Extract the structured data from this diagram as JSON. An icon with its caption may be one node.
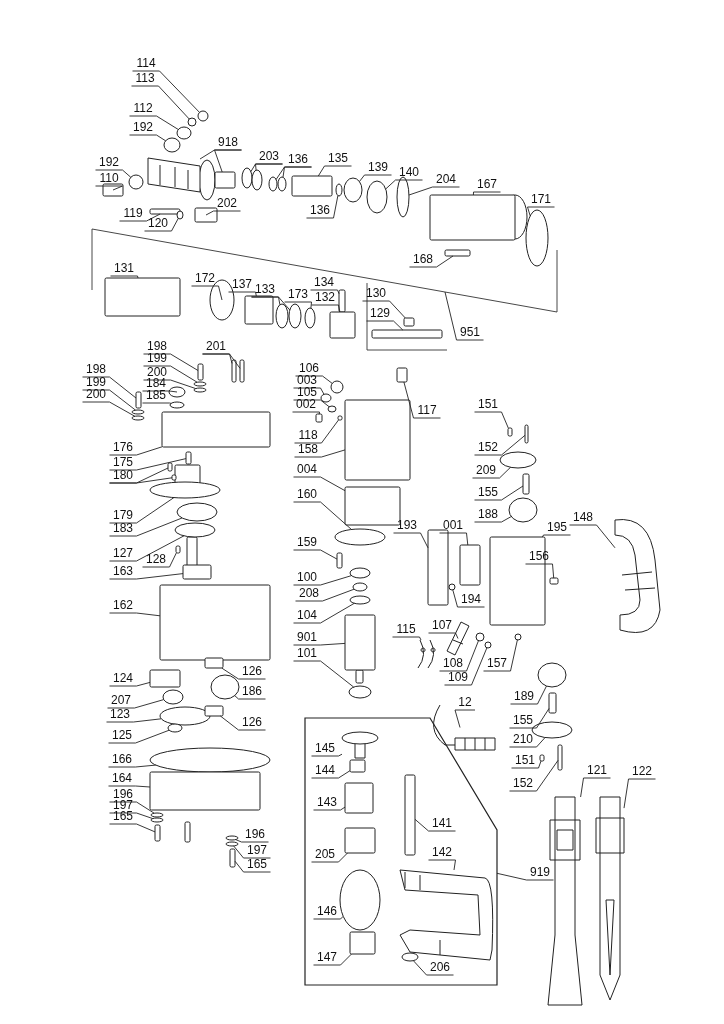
{
  "diagram": {
    "nodes": [
      {
        "text": [
          "114"
        ]
      },
      {
        "text": [
          "113"
        ]
      },
      {
        "text": [
          "112"
        ]
      },
      {
        "text": [
          "192"
        ]
      },
      {
        "text": [
          "918"
        ]
      },
      {
        "text": [
          "192"
        ]
      },
      {
        "text": [
          "110"
        ]
      },
      {
        "text": [
          "203"
        ]
      },
      {
        "text": [
          "136"
        ]
      },
      {
        "text": [
          "135"
        ]
      },
      {
        "text": [
          "139"
        ]
      },
      {
        "text": [
          "140"
        ]
      },
      {
        "text": [
          "204"
        ]
      },
      {
        "text": [
          "167"
        ]
      },
      {
        "text": [
          "171"
        ]
      },
      {
        "text": [
          "136"
        ]
      },
      {
        "text": [
          "119"
        ]
      },
      {
        "text": [
          "120"
        ]
      },
      {
        "text": [
          "202"
        ]
      },
      {
        "text": [
          "168"
        ]
      },
      {
        "text": [
          "131"
        ]
      },
      {
        "text": [
          "172"
        ]
      },
      {
        "text": [
          "137"
        ]
      },
      {
        "text": [
          "133"
        ]
      },
      {
        "text": [
          "173"
        ]
      },
      {
        "text": [
          "134"
        ]
      },
      {
        "text": [
          "132"
        ]
      },
      {
        "text": [
          "130"
        ]
      },
      {
        "text": [
          "129"
        ]
      },
      {
        "text": [
          "951"
        ]
      },
      {
        "text": [
          "198"
        ]
      },
      {
        "text": [
          "201"
        ]
      },
      {
        "text": [
          "199"
        ]
      },
      {
        "text": [
          "200"
        ]
      },
      {
        "text": [
          "184"
        ]
      },
      {
        "text": [
          "185"
        ]
      },
      {
        "text": [
          "198"
        ]
      },
      {
        "text": [
          "199"
        ]
      },
      {
        "text": [
          "200"
        ]
      },
      {
        "text": [
          "106"
        ]
      },
      {
        "text": [
          "003"
        ]
      },
      {
        "text": [
          "105"
        ]
      },
      {
        "text": [
          "002"
        ]
      },
      {
        "text": [
          "117"
        ]
      },
      {
        "text": [
          "151"
        ]
      },
      {
        "text": [
          "118"
        ]
      },
      {
        "text": [
          "176"
        ]
      },
      {
        "text": [
          "158"
        ]
      },
      {
        "text": [
          "152"
        ]
      },
      {
        "text": [
          "175"
        ]
      },
      {
        "text": [
          "180"
        ]
      },
      {
        "text": [
          "209"
        ]
      },
      {
        "text": [
          "004"
        ]
      },
      {
        "text": [
          "155"
        ]
      },
      {
        "text": [
          "160"
        ]
      },
      {
        "text": [
          "188"
        ]
      },
      {
        "text": [
          "179"
        ]
      },
      {
        "text": [
          "148"
        ]
      },
      {
        "text": [
          "193"
        ]
      },
      {
        "text": [
          "001"
        ]
      },
      {
        "text": [
          "195"
        ]
      },
      {
        "text": [
          "183"
        ]
      },
      {
        "text": [
          "127"
        ]
      },
      {
        "text": [
          "159"
        ]
      },
      {
        "text": [
          "128"
        ]
      },
      {
        "text": [
          "156"
        ]
      },
      {
        "text": [
          "163"
        ]
      },
      {
        "text": [
          "100"
        ]
      },
      {
        "text": [
          "194"
        ]
      },
      {
        "text": [
          "208"
        ]
      },
      {
        "text": [
          "162"
        ]
      },
      {
        "text": [
          "104"
        ]
      },
      {
        "text": [
          "107"
        ]
      },
      {
        "text": [
          "115"
        ]
      },
      {
        "text": [
          "901"
        ]
      },
      {
        "text": [
          "101"
        ]
      },
      {
        "text": [
          "108"
        ]
      },
      {
        "text": [
          "157"
        ]
      },
      {
        "text": [
          "126"
        ]
      },
      {
        "text": [
          "109"
        ]
      },
      {
        "text": [
          "124"
        ]
      },
      {
        "text": [
          "186"
        ]
      },
      {
        "text": [
          "189"
        ]
      },
      {
        "text": [
          "207"
        ]
      },
      {
        "text": [
          "12"
        ]
      },
      {
        "text": [
          "123"
        ]
      },
      {
        "text": [
          "155"
        ]
      },
      {
        "text": [
          "126"
        ]
      },
      {
        "text": [
          "125"
        ]
      },
      {
        "text": [
          "210"
        ]
      },
      {
        "text": [
          "145"
        ],
        "in": 228
      },
      {
        "text": [
          "166"
        ]
      },
      {
        "text": [
          "151"
        ]
      },
      {
        "text": [
          "121"
        ]
      },
      {
        "text": [
          "122"
        ]
      },
      {
        "text": [
          "144"
        ],
        "in": 228
      },
      {
        "text": [
          "164"
        ]
      },
      {
        "text": [
          "152"
        ]
      },
      {
        "text": [
          "196"
        ]
      },
      {
        "text": [
          "143"
        ],
        "in": 228
      },
      {
        "text": [
          "197"
        ]
      },
      {
        "text": [
          "165"
        ]
      },
      {
        "text": [
          "141"
        ],
        "in": 228
      },
      {
        "text": [
          "196"
        ]
      },
      {
        "text": [
          "142"
        ],
        "in": 228
      },
      {
        "text": [
          "205"
        ],
        "in": 228
      },
      {
        "text": [
          "197"
        ]
      },
      {
        "text": [
          "165"
        ]
      },
      {
        "text": [
          "919"
        ]
      },
      {
        "text": [
          "146"
        ],
        "in": 228
      },
      {
        "text": [
          "147"
        ],
        "in": 228
      },
      {
        "text": [
          "206"
        ],
        "in": 228
      },
      {
        "text": [],
        "shape": "circle"
      },
      {
        "text": [],
        "shape": "circle"
      },
      {
        "text": [],
        "shape": "circle"
      },
      {
        "text": [],
        "shape": "circle"
      },
      {
        "text": [],
        "shape": "picture"
      },
      {
        "text": [],
        "shape": "box"
      },
      {
        "text": [],
        "shape": "circle"
      },
      {
        "text": [],
        "shape": "box"
      },
      {
        "text": [],
        "shape": "circle"
      },
      {
        "text": [],
        "shape": "circle"
      },
      {
        "text": [],
        "shape": "circle"
      },
      {
        "text": [],
        "shape": "circle"
      },
      {
        "text": [],
        "shape": "box"
      },
      {
        "text": [],
        "shape": "circle"
      },
      {
        "text": [],
        "shape": "circle"
      },
      {
        "text": [],
        "shape": "circle"
      },
      {
        "text": [],
        "shape": "box"
      },
      {
        "text": [],
        "shape": "circle"
      },
      {
        "text": [],
        "shape": "circle"
      },
      {
        "text": [],
        "shape": "box"
      },
      {
        "text": [],
        "shape": "circle"
      },
      {
        "text": [],
        "shape": "box"
      },
      {
        "text": [],
        "shape": "box"
      },
      {
        "text": [],
        "shape": "box"
      },
      {
        "text": [],
        "shape": "circle"
      },
      {
        "text": [],
        "shape": "box"
      },
      {
        "text": [],
        "shape": "circle"
      },
      {
        "text": [],
        "shape": "circle"
      },
      {
        "text": [],
        "shape": "circle"
      },
      {
        "text": [],
        "shape": "box"
      },
      {
        "text": [],
        "shape": "box"
      },
      {
        "text": [],
        "shape": "box"
      },
      {
        "text": [],
        "shape": "box"
      },
      {
        "text": [],
        "shape": "box"
      },
      {
        "text": [],
        "shape": "box"
      },
      {
        "text": [],
        "shape": "box"
      },
      {
        "text": [],
        "shape": "circle"
      },
      {
        "text": [],
        "shape": "circle"
      },
      {
        "text": [],
        "shape": "circle"
      },
      {
        "text": [],
        "shape": "circle"
      },
      {
        "text": [],
        "shape": "box"
      },
      {
        "text": [],
        "shape": "circle"
      },
      {
        "text": [],
        "shape": "circle"
      },
      {
        "text": [],
        "shape": "circle"
      },
      {
        "text": [],
        "shape": "circle"
      },
      {
        "text": [],
        "shape": "circle"
      },
      {
        "text": [],
        "shape": "box"
      },
      {
        "text": [],
        "shape": "box"
      },
      {
        "text": [],
        "shape": "box"
      },
      {
        "text": [],
        "shape": "box"
      },
      {
        "text": [],
        "shape": "box"
      },
      {
        "text": [],
        "shape": "box"
      },
      {
        "text": [],
        "shape": "box"
      },
      {
        "text": [],
        "shape": "box"
      },
      {
        "text": [],
        "shape": "box"
      },
      {
        "text": [],
        "shape": "box"
      },
      {
        "text": [],
        "shape": "circle"
      },
      {
        "text": [],
        "shape": "box"
      },
      {
        "text": [],
        "shape": "box"
      },
      {
        "text": [],
        "shape": "circle"
      },
      {
        "text": [],
        "shape": "circle"
      },
      {
        "text": [],
        "shape": "circle"
      },
      {
        "text": [],
        "shape": "picture"
      },
      {
        "text": [],
        "shape": "box"
      },
      {
        "text": [],
        "shape": "box"
      },
      {
        "text": [],
        "shape": "box"
      },
      {
        "text": [],
        "shape": "circle"
      },
      {
        "text": [],
        "shape": "circle"
      },
      {
        "text": [],
        "shape": "box"
      },
      {
        "text": [],
        "shape": "box"
      },
      {
        "text": [],
        "shape": "box"
      },
      {
        "text": [],
        "shape": "box"
      },
      {
        "text": [],
        "shape": "circle"
      },
      {
        "text": [],
        "shape": "circle"
      },
      {
        "text": [],
        "shape": "circle"
      },
      {
        "text": [],
        "shape": "box"
      },
      {
        "text": [],
        "shape": "circle"
      },
      {
        "text": [],
        "shape": "picture"
      },
      {
        "text": [],
        "shape": "picture"
      },
      {
        "text": [],
        "shape": "box"
      },
      {
        "text": [],
        "shape": "circle"
      },
      {
        "text": [],
        "shape": "circle"
      },
      {
        "text": [],
        "shape": "circle"
      },
      {
        "text": [],
        "shape": "box"
      },
      {
        "text": [],
        "shape": "circle"
      },
      {
        "text": [],
        "shape": "box"
      },
      {
        "text": [],
        "shape": "circle"
      },
      {
        "text": [],
        "shape": "circle"
      },
      {
        "text": [],
        "shape": "circle"
      },
      {
        "text": [],
        "shape": "picture"
      },
      {
        "text": [],
        "shape": "circle"
      },
      {
        "text": [],
        "shape": "box"
      },
      {
        "text": [],
        "shape": "box"
      },
      {
        "text": [],
        "shape": "circle"
      },
      {
        "text": [],
        "shape": "circle"
      },
      {
        "text": [],
        "shape": "picture",
        "in": 228
      },
      {
        "text": [],
        "shape": "circle"
      },
      {
        "text": [],
        "shape": "box"
      },
      {
        "text": [],
        "shape": "picture"
      },
      {
        "text": [],
        "shape": "picture"
      },
      {
        "text": [],
        "shape": "box",
        "in": 228
      },
      {
        "text": [],
        "shape": "box"
      },
      {
        "text": [],
        "shape": "box"
      },
      {
        "text": [],
        "shape": "circle"
      },
      {
        "text": [],
        "shape": "box",
        "in": 228
      },
      {
        "text": [],
        "shape": "circle"
      },
      {
        "text": [],
        "shape": "box"
      },
      {
        "text": [],
        "shape": "box",
        "in": 228
      },
      {
        "text": [],
        "shape": "circle"
      },
      {
        "text": [],
        "shape": "picture",
        "in": 228
      },
      {
        "text": [],
        "shape": "box",
        "in": 228
      },
      {
        "text": [],
        "shape": "circle"
      },
      {
        "text": [],
        "shape": "box"
      },
      {
        "text": [],
        "shape": "circle",
        "in": 228
      },
      {
        "text": [],
        "shape": "box",
        "in": 228
      },
      {
        "text": [],
        "shape": "circle",
        "in": 228
      },
      {
        "text": [],
        "shape": "frame"
      }
    ],
    "edges": [
      {
        "from": 0,
        "to": 112,
        "arrow": "none"
      },
      {
        "from": 1,
        "to": 113,
        "arrow": "none"
      },
      {
        "from": 2,
        "to": 114,
        "arrow": "none"
      },
      {
        "from": 3,
        "to": 115,
        "arrow": "none"
      },
      {
        "from": 4,
        "to": 116,
        "arrow": "none"
      },
      {
        "from": 4,
        "to": 117,
        "arrow": "none"
      },
      {
        "from": 5,
        "to": 118,
        "arrow": "none"
      },
      {
        "from": 6,
        "to": 119,
        "arrow": "none"
      },
      {
        "from": 7,
        "to": 120,
        "arrow": "none"
      },
      {
        "from": 7,
        "to": 121,
        "arrow": "none"
      },
      {
        "from": 8,
        "to": 122,
        "arrow": "none"
      },
      {
        "from": 8,
        "to": 123,
        "arrow": "none"
      },
      {
        "from": 9,
        "to": 124,
        "arrow": "none"
      },
      {
        "from": 10,
        "to": 125,
        "arrow": "none"
      },
      {
        "from": 11,
        "to": 126,
        "arrow": "none"
      },
      {
        "from": 12,
        "to": 127,
        "arrow": "none"
      },
      {
        "from": 13,
        "to": 128,
        "arrow": "none"
      },
      {
        "from": 14,
        "to": 129,
        "arrow": "none"
      },
      {
        "from": 15,
        "to": 130,
        "arrow": "none"
      },
      {
        "from": 16,
        "to": 131,
        "arrow": "none"
      },
      {
        "from": 17,
        "to": 132,
        "arrow": "none"
      },
      {
        "from": 18,
        "to": 133,
        "arrow": "none"
      },
      {
        "from": 19,
        "to": 134,
        "arrow": "none"
      },
      {
        "from": 20,
        "to": 135,
        "arrow": "none"
      },
      {
        "from": 21,
        "to": 136,
        "arrow": "none"
      },
      {
        "from": 22,
        "to": 137,
        "arrow": "none"
      },
      {
        "from": 23,
        "to": 138,
        "arrow": "none"
      },
      {
        "from": 23,
        "to": 139,
        "arrow": "none"
      },
      {
        "from": 24,
        "to": 140,
        "arrow": "none"
      },
      {
        "from": 25,
        "to": 141,
        "arrow": "none"
      },
      {
        "from": 26,
        "to": 142,
        "arrow": "none"
      },
      {
        "from": 27,
        "to": 143,
        "arrow": "none"
      },
      {
        "from": 28,
        "to": 144,
        "arrow": "none"
      },
      {
        "from": 29,
        "to": null,
        "arrow": "none"
      },
      {
        "from": 30,
        "to": 145,
        "arrow": "none"
      },
      {
        "from": 31,
        "to": 146,
        "arrow": "none"
      },
      {
        "from": 31,
        "to": 147,
        "arrow": "none"
      },
      {
        "from": 32,
        "to": 148,
        "arrow": "none"
      },
      {
        "from": 33,
        "to": 149,
        "arrow": "none"
      },
      {
        "from": 34,
        "to": 150,
        "arrow": "none"
      },
      {
        "from": 35,
        "to": 151,
        "arrow": "none"
      },
      {
        "from": 36,
        "to": 152,
        "arrow": "none"
      },
      {
        "from": 37,
        "to": 153,
        "arrow": "none"
      },
      {
        "from": 38,
        "to": 154,
        "arrow": "none"
      },
      {
        "from": 39,
        "to": 155,
        "arrow": "none"
      },
      {
        "from": 40,
        "to": 156,
        "arrow": "none"
      },
      {
        "from": 41,
        "to": 157,
        "arrow": "none"
      },
      {
        "from": 42,
        "to": 158,
        "arrow": "none"
      },
      {
        "from": 43,
        "to": 159,
        "arrow": "none"
      },
      {
        "from": 44,
        "to": 160,
        "arrow": "none"
      },
      {
        "from": 45,
        "to": 161,
        "arrow": "none"
      },
      {
        "from": 46,
        "to": 162,
        "arrow": "none"
      },
      {
        "from": 47,
        "to": 163,
        "arrow": "none"
      },
      {
        "from": 48,
        "to": 164,
        "arrow": "none"
      },
      {
        "from": 49,
        "to": 165,
        "arrow": "none"
      },
      {
        "from": 50,
        "to": 166,
        "arrow": "none"
      },
      {
        "from": 50,
        "to": 167,
        "arrow": "none"
      },
      {
        "from": 51,
        "to": 168,
        "arrow": "none"
      },
      {
        "from": 52,
        "to": 169,
        "arrow": "none"
      },
      {
        "from": 53,
        "to": 170,
        "arrow": "none"
      },
      {
        "from": 54,
        "to": 171,
        "arrow": "none"
      },
      {
        "from": 55,
        "to": 172,
        "arrow": "none"
      },
      {
        "from": 56,
        "to": 173,
        "arrow": "none"
      },
      {
        "from": 57,
        "to": 174,
        "arrow": "none"
      },
      {
        "from": 58,
        "to": 175,
        "arrow": "none"
      },
      {
        "from": 59,
        "to": 176,
        "arrow": "none"
      },
      {
        "from": 60,
        "to": 177,
        "arrow": "none"
      },
      {
        "from": 61,
        "to": 178,
        "arrow": "none"
      },
      {
        "from": 62,
        "to": 179,
        "arrow": "none"
      },
      {
        "from": 63,
        "to": 180,
        "arrow": "none"
      },
      {
        "from": 64,
        "to": 181,
        "arrow": "none"
      },
      {
        "from": 65,
        "to": 182,
        "arrow": "none"
      },
      {
        "from": 66,
        "to": 183,
        "arrow": "none"
      },
      {
        "from": 67,
        "to": 184,
        "arrow": "none"
      },
      {
        "from": 68,
        "to": 185,
        "arrow": "none"
      },
      {
        "from": 69,
        "to": 186,
        "arrow": "none"
      },
      {
        "from": 70,
        "to": 187,
        "arrow": "none"
      },
      {
        "from": 71,
        "to": 188,
        "arrow": "none"
      },
      {
        "from": 72,
        "to": 189,
        "arrow": "none"
      },
      {
        "from": 73,
        "to": 190,
        "arrow": "none"
      },
      {
        "from": 74,
        "to": 191,
        "arrow": "none"
      },
      {
        "from": 75,
        "to": 192,
        "arrow": "none"
      },
      {
        "from": 76,
        "to": 193,
        "arrow": "none"
      },
      {
        "from": 77,
        "to": 194,
        "arrow": "none"
      },
      {
        "from": 78,
        "to": 195,
        "arrow": "none"
      },
      {
        "from": 79,
        "to": 196,
        "arrow": "none"
      },
      {
        "from": 80,
        "to": 197,
        "arrow": "none"
      },
      {
        "from": 81,
        "to": 198,
        "arrow": "none"
      },
      {
        "from": 82,
        "to": 199,
        "arrow": "none"
      },
      {
        "from": 83,
        "to": 200,
        "arrow": "none"
      },
      {
        "from": 84,
        "to": 201,
        "arrow": "none"
      },
      {
        "from": 85,
        "to": 202,
        "arrow": "none"
      },
      {
        "from": 86,
        "to": 203,
        "arrow": "none"
      },
      {
        "from": 87,
        "to": 204,
        "arrow": "none"
      },
      {
        "from": 88,
        "to": 205,
        "arrow": "none"
      },
      {
        "from": 89,
        "to": 206,
        "arrow": "none"
      },
      {
        "from": 90,
        "to": 207,
        "arrow": "none"
      },
      {
        "from": 91,
        "to": 208,
        "arrow": "none"
      },
      {
        "from": 92,
        "to": 209,
        "arrow": "none"
      },
      {
        "from": 93,
        "to": 210,
        "arrow": "none"
      },
      {
        "from": 94,
        "to": 211,
        "arrow": "none"
      },
      {
        "from": 95,
        "to": 212,
        "arrow": "none"
      },
      {
        "from": 96,
        "to": 213,
        "arrow": "none"
      },
      {
        "from": 97,
        "to": 214,
        "arrow": "none"
      },
      {
        "from": 98,
        "to": 215,
        "arrow": "none"
      },
      {
        "from": 99,
        "to": 216,
        "arrow": "none"
      },
      {
        "from": 100,
        "to": 217,
        "arrow": "none"
      },
      {
        "from": 101,
        "to": 218,
        "arrow": "none"
      },
      {
        "from": 102,
        "to": 219,
        "arrow": "none"
      },
      {
        "from": 103,
        "to": 220,
        "arrow": "none"
      },
      {
        "from": 104,
        "to": 221,
        "arrow": "none"
      },
      {
        "from": 105,
        "to": 222,
        "arrow": "none"
      },
      {
        "from": 106,
        "to": 223,
        "arrow": "none"
      },
      {
        "from": 107,
        "to": 224,
        "arrow": "none"
      },
      {
        "from": 108,
        "to": 228,
        "arrow": "none"
      },
      {
        "from": 109,
        "to": 225,
        "arrow": "none"
      },
      {
        "from": 110,
        "to": 226,
        "arrow": "none"
      },
      {
        "from": 111,
        "to": 227,
        "arrow": "none"
      }
    ]
  }
}
